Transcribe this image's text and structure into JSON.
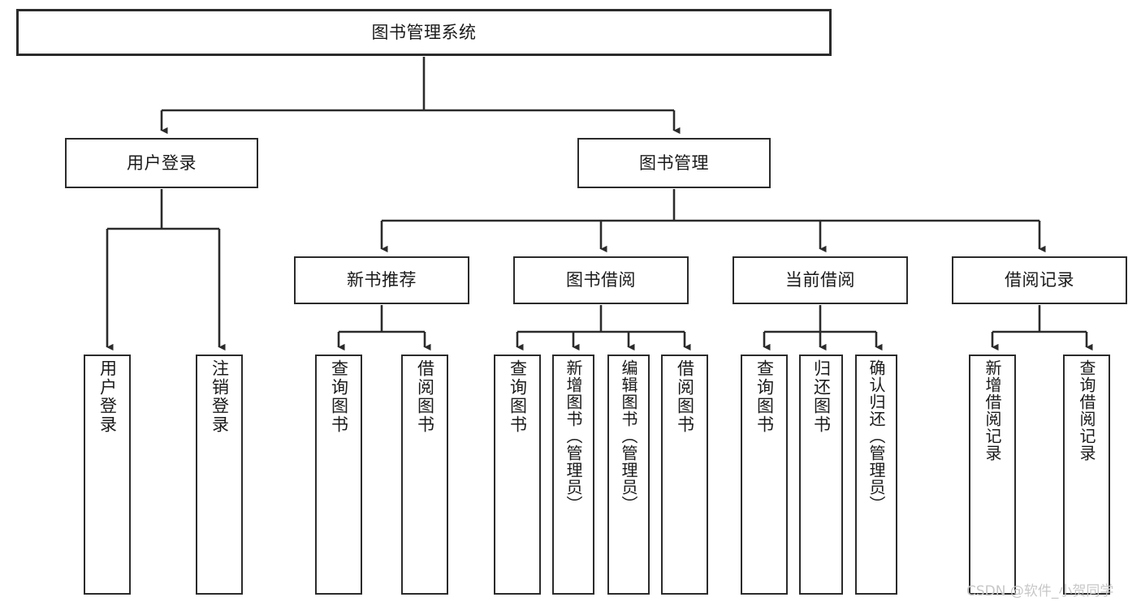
{
  "diagram": {
    "type": "tree-hierarchy",
    "title": "图书管理系统",
    "orientation": "top-down",
    "colors": {
      "box_border": "#2b2b2b",
      "box_fill": "#ffffff",
      "connector": "#2b2b2b",
      "text": "#1a1a1a",
      "watermark": "#c7c7c7",
      "background": "#ffffff"
    },
    "levels": {
      "level0": [
        {
          "id": "root",
          "label": "图书管理系统",
          "orientation": "horizontal"
        }
      ],
      "level1": [
        {
          "id": "user-login",
          "label": "用户登录",
          "orientation": "horizontal"
        },
        {
          "id": "book-management",
          "label": "图书管理",
          "orientation": "horizontal"
        }
      ],
      "level2": [
        {
          "id": "new-book-recommend",
          "label": "新书推荐",
          "orientation": "horizontal"
        },
        {
          "id": "book-borrow",
          "label": "图书借阅",
          "orientation": "horizontal"
        },
        {
          "id": "current-borrow",
          "label": "当前借阅",
          "orientation": "horizontal"
        },
        {
          "id": "borrow-record",
          "label": "借阅记录",
          "orientation": "horizontal"
        }
      ],
      "level3": [
        {
          "id": "leaf-user-login",
          "label": "用户登录",
          "orientation": "vertical",
          "parent": "user-login"
        },
        {
          "id": "leaf-logout-login",
          "label": "注销登录",
          "orientation": "vertical",
          "parent": "user-login"
        },
        {
          "id": "leaf-query-book-1",
          "label": "查询图书",
          "orientation": "vertical",
          "parent": "new-book-recommend"
        },
        {
          "id": "leaf-borrow-book-1",
          "label": "借阅图书",
          "orientation": "vertical",
          "parent": "new-book-recommend"
        },
        {
          "id": "leaf-query-book-2",
          "label": "查询图书",
          "orientation": "vertical",
          "parent": "book-borrow"
        },
        {
          "id": "leaf-add-book",
          "label": "新增图书（管理员）",
          "orientation": "vertical",
          "parent": "book-borrow"
        },
        {
          "id": "leaf-edit-book",
          "label": "编辑图书（管理员）",
          "orientation": "vertical",
          "parent": "book-borrow"
        },
        {
          "id": "leaf-borrow-book-2",
          "label": "借阅图书",
          "orientation": "vertical",
          "parent": "book-borrow"
        },
        {
          "id": "leaf-query-book-3",
          "label": "查询图书",
          "orientation": "vertical",
          "parent": "current-borrow"
        },
        {
          "id": "leaf-return-book",
          "label": "归还图书",
          "orientation": "vertical",
          "parent": "current-borrow"
        },
        {
          "id": "leaf-confirm-return",
          "label": "确认归还（管理员）",
          "orientation": "vertical",
          "parent": "current-borrow"
        },
        {
          "id": "leaf-add-record",
          "label": "新增借阅记录",
          "orientation": "vertical",
          "parent": "borrow-record"
        },
        {
          "id": "leaf-query-record",
          "label": "查询借阅记录",
          "orientation": "vertical",
          "parent": "borrow-record"
        }
      ]
    },
    "watermark": "CSDN @软件_小贺同学"
  }
}
